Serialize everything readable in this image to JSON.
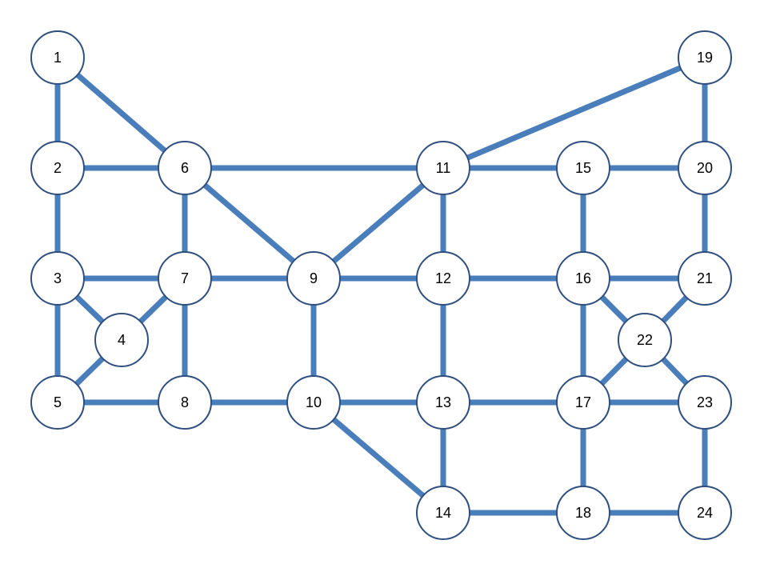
{
  "colors": {
    "edge": "#4a7ebb",
    "node_border": "#2f4f7f",
    "node_fill": "#ffffff",
    "label": "#000000"
  },
  "nodes": [
    {
      "id": "1",
      "label": "1"
    },
    {
      "id": "2",
      "label": "2"
    },
    {
      "id": "3",
      "label": "3"
    },
    {
      "id": "4",
      "label": "4"
    },
    {
      "id": "5",
      "label": "5"
    },
    {
      "id": "6",
      "label": "6"
    },
    {
      "id": "7",
      "label": "7"
    },
    {
      "id": "8",
      "label": "8"
    },
    {
      "id": "9",
      "label": "9"
    },
    {
      "id": "10",
      "label": "10"
    },
    {
      "id": "11",
      "label": "11"
    },
    {
      "id": "12",
      "label": "12"
    },
    {
      "id": "13",
      "label": "13"
    },
    {
      "id": "14",
      "label": "14"
    },
    {
      "id": "15",
      "label": "15"
    },
    {
      "id": "16",
      "label": "16"
    },
    {
      "id": "17",
      "label": "17"
    },
    {
      "id": "18",
      "label": "18"
    },
    {
      "id": "19",
      "label": "19"
    },
    {
      "id": "20",
      "label": "20"
    },
    {
      "id": "21",
      "label": "21"
    },
    {
      "id": "22",
      "label": "22"
    },
    {
      "id": "23",
      "label": "23"
    },
    {
      "id": "24",
      "label": "24"
    }
  ],
  "edges": [
    [
      "1",
      "2"
    ],
    [
      "1",
      "6"
    ],
    [
      "2",
      "3"
    ],
    [
      "2",
      "6"
    ],
    [
      "3",
      "4"
    ],
    [
      "3",
      "5"
    ],
    [
      "3",
      "7"
    ],
    [
      "4",
      "5"
    ],
    [
      "4",
      "7"
    ],
    [
      "5",
      "8"
    ],
    [
      "6",
      "7"
    ],
    [
      "6",
      "9"
    ],
    [
      "6",
      "11"
    ],
    [
      "7",
      "8"
    ],
    [
      "7",
      "9"
    ],
    [
      "8",
      "10"
    ],
    [
      "9",
      "10"
    ],
    [
      "9",
      "11"
    ],
    [
      "9",
      "12"
    ],
    [
      "10",
      "13"
    ],
    [
      "10",
      "14"
    ],
    [
      "11",
      "12"
    ],
    [
      "11",
      "15"
    ],
    [
      "11",
      "19"
    ],
    [
      "12",
      "13"
    ],
    [
      "12",
      "16"
    ],
    [
      "13",
      "14"
    ],
    [
      "13",
      "17"
    ],
    [
      "14",
      "18"
    ],
    [
      "15",
      "16"
    ],
    [
      "15",
      "20"
    ],
    [
      "16",
      "17"
    ],
    [
      "16",
      "21"
    ],
    [
      "16",
      "22"
    ],
    [
      "17",
      "18"
    ],
    [
      "17",
      "22"
    ],
    [
      "17",
      "23"
    ],
    [
      "18",
      "24"
    ],
    [
      "19",
      "20"
    ],
    [
      "20",
      "21"
    ],
    [
      "21",
      "22"
    ],
    [
      "22",
      "23"
    ],
    [
      "23",
      "24"
    ]
  ]
}
